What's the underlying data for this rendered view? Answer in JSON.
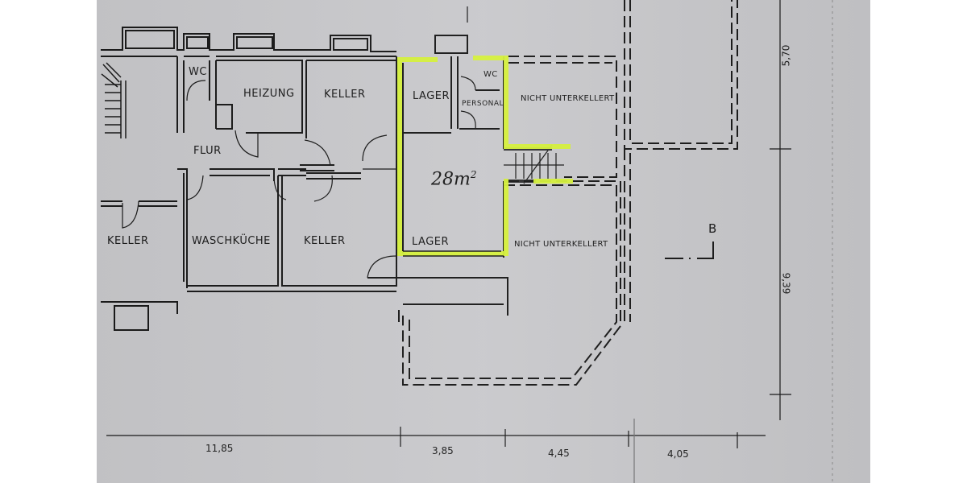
{
  "plan": {
    "type": "basement floor plan",
    "highlight_color": "#d6f23a",
    "paper_color": "#c9c9cc",
    "line_color": "#1a1a1a"
  },
  "rooms": {
    "wc_left": "WC",
    "heizung": "HEIZUNG",
    "keller_top": "KELLER",
    "lager_top": "LAGER",
    "wc_personal": "WC",
    "personal": "PERSONAL",
    "nicht_unterkellert_top": "NICHT UNTERKELLERT",
    "flur": "FLUR",
    "keller_left": "KELLER",
    "waschkueche": "WASCHKÜCHE",
    "keller_mid": "KELLER",
    "lager_bottom": "LAGER",
    "nicht_unterkellert_bottom": "NICHT UNTERKELLERT"
  },
  "annotations": {
    "area_value": "28m",
    "area_unit_sup": "2",
    "section_marker": "B"
  },
  "dimensions": {
    "horizontal": [
      "11,85",
      "3,85",
      "4,45",
      "4,05"
    ],
    "vertical": [
      "5,70",
      "9,39"
    ]
  }
}
